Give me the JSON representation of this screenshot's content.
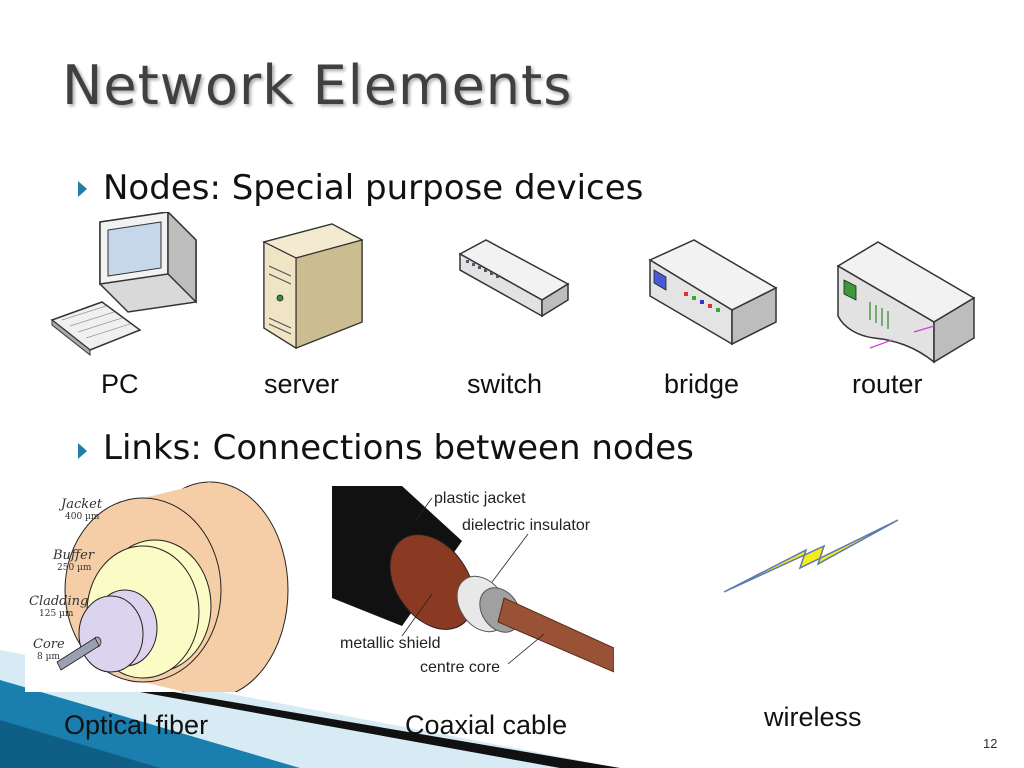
{
  "slide": {
    "title": "Network Elements",
    "page_number": "12"
  },
  "nodes": {
    "heading": "Nodes: Special purpose devices",
    "devices": [
      {
        "label": "PC",
        "icon": "pc-icon"
      },
      {
        "label": "server",
        "icon": "server-icon"
      },
      {
        "label": "switch",
        "icon": "switch-icon"
      },
      {
        "label": "bridge",
        "icon": "bridge-icon"
      },
      {
        "label": "router",
        "icon": "router-icon"
      }
    ]
  },
  "links": {
    "heading": "Links: Connections between nodes",
    "optical_fiber": {
      "caption": "Optical fiber",
      "layers": [
        {
          "name": "Jacket",
          "size": "400 µm"
        },
        {
          "name": "Buffer",
          "size": "250 µm"
        },
        {
          "name": "Cladding",
          "size": "125 µm"
        },
        {
          "name": "Core",
          "size": "8 µm"
        }
      ]
    },
    "coaxial_cable": {
      "caption": "Coaxial cable",
      "parts": [
        "plastic jacket",
        "dielectric insulator",
        "metallic shield",
        "centre core"
      ]
    },
    "wireless": {
      "caption": "wireless",
      "icon": "lightning-bolt-icon"
    }
  },
  "colors": {
    "bullet_accent": "#1f7fa6",
    "title_text": "#404040",
    "corner_blue": "#1a7faf",
    "corner_light": "#cfe6ef"
  }
}
